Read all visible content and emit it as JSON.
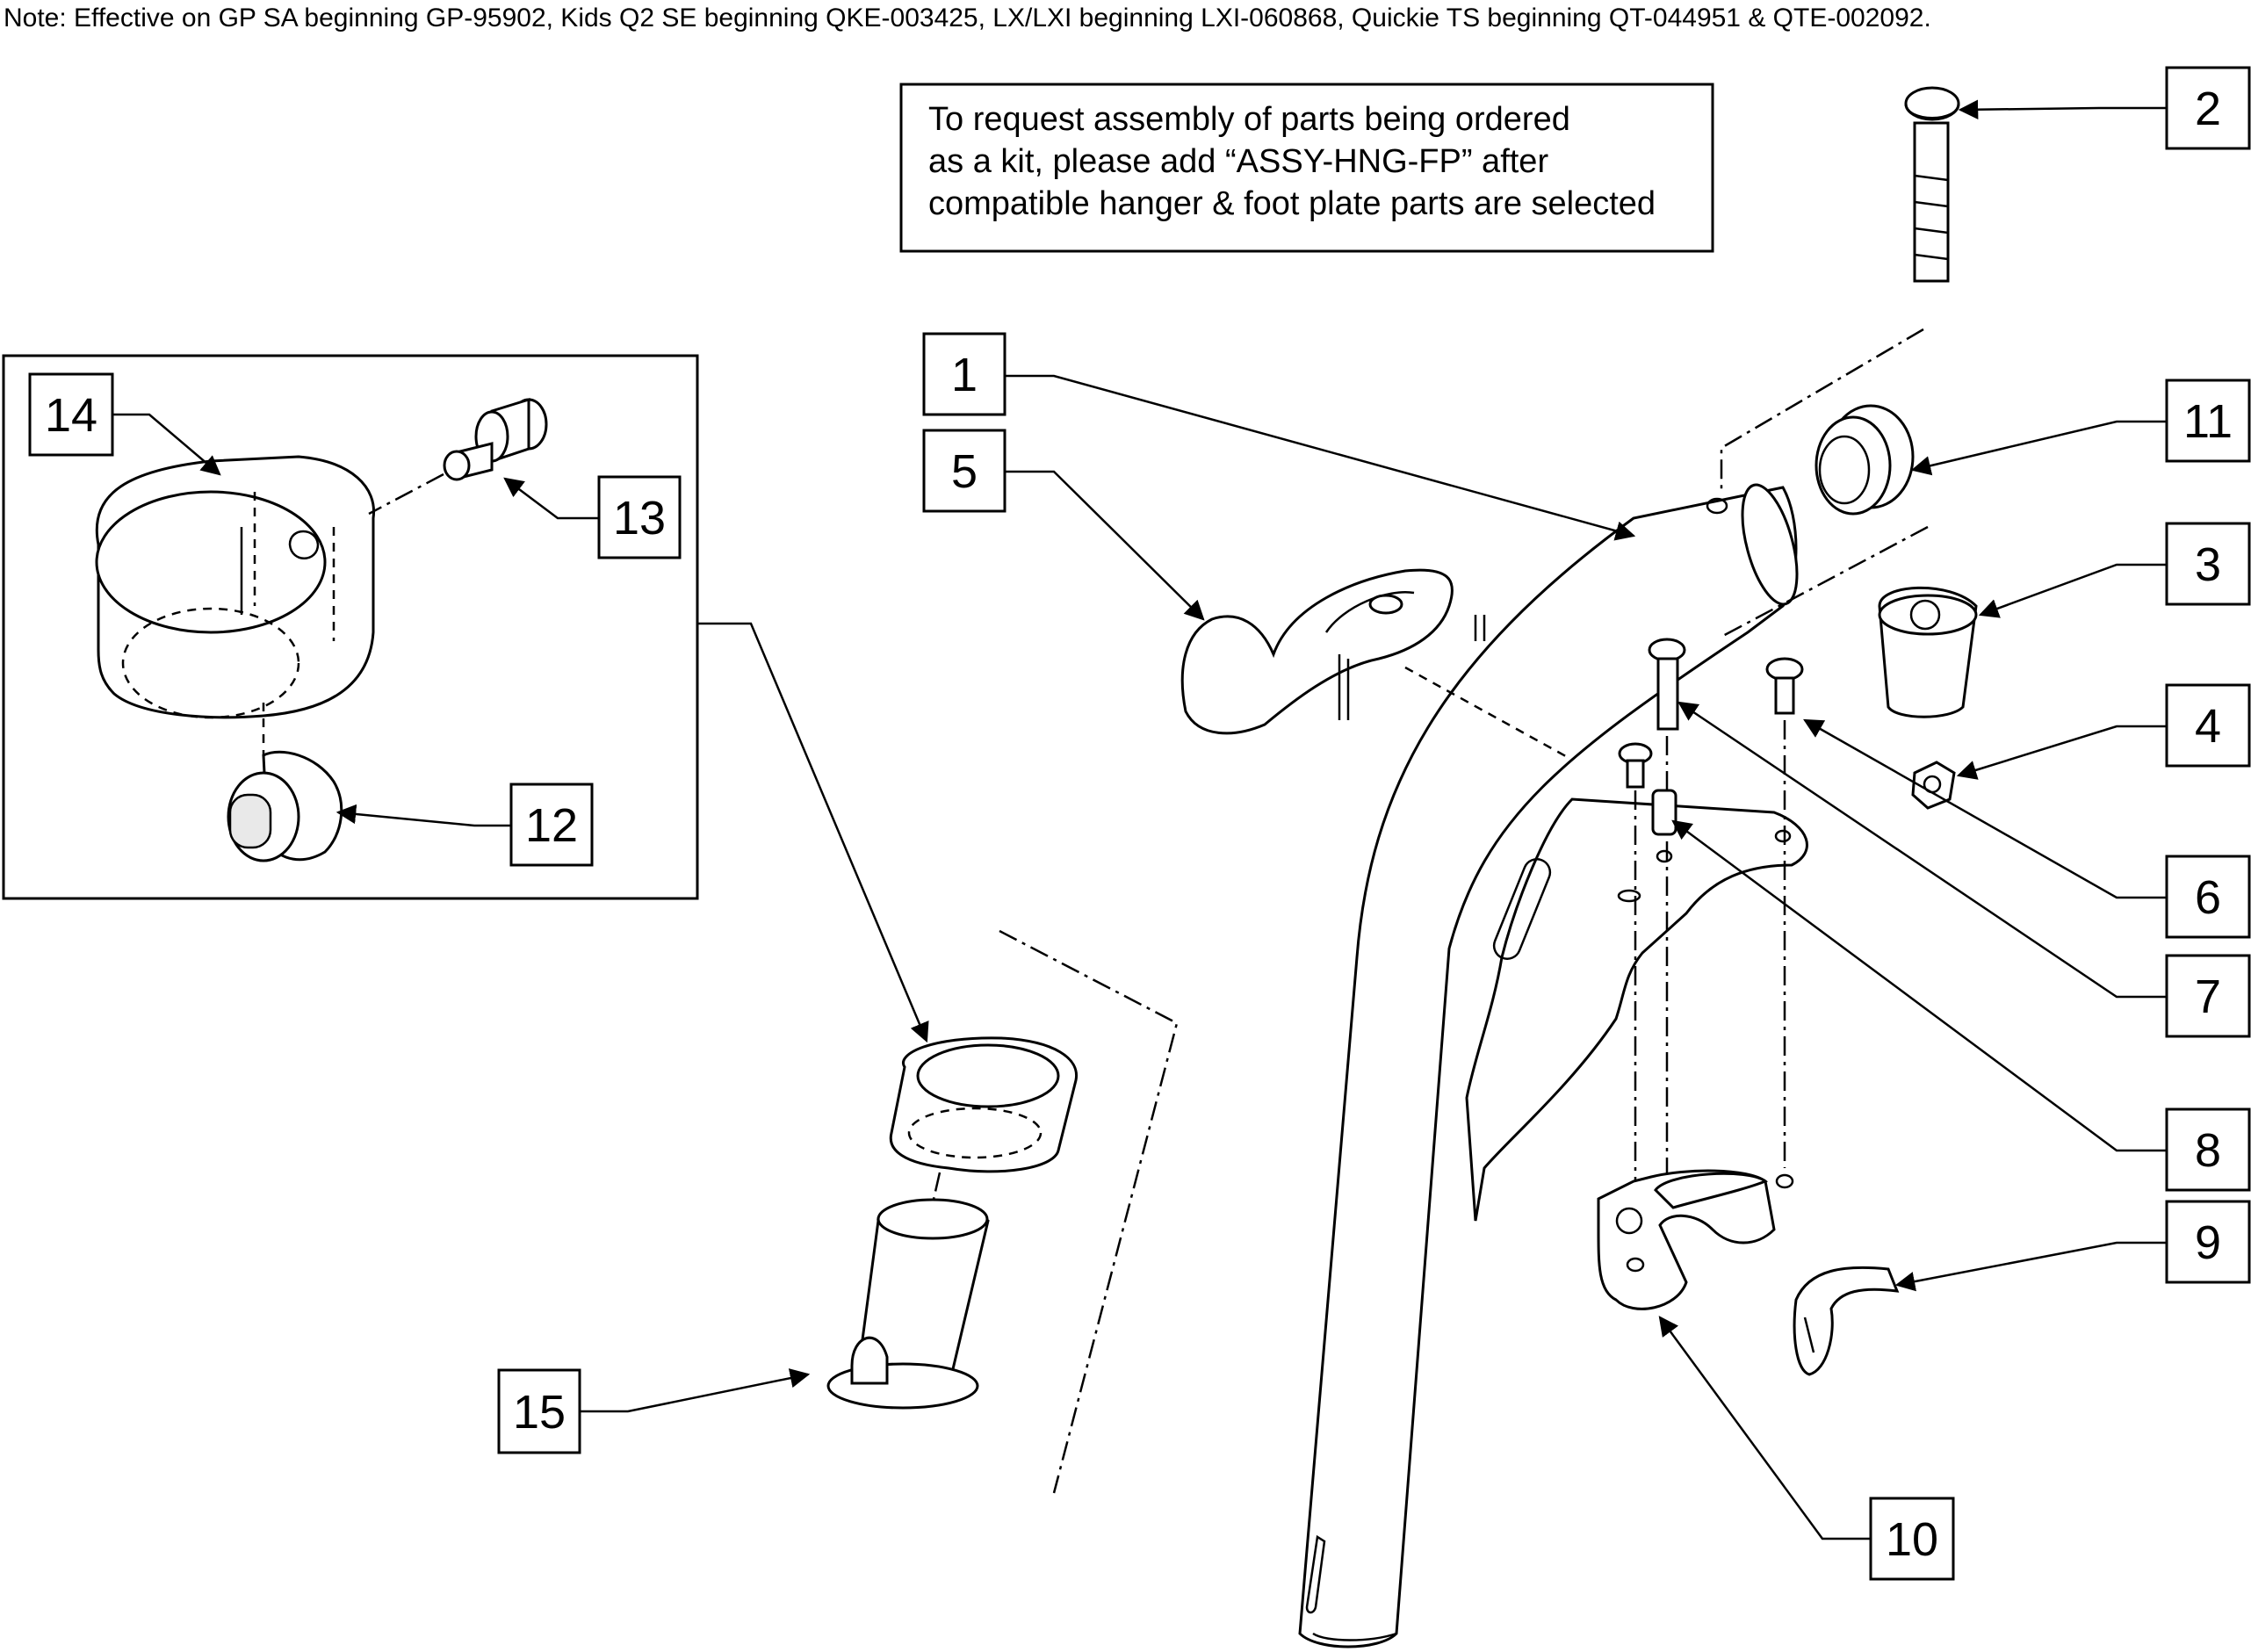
{
  "header_note": "Note: Effective on GP SA beginning GP-95902, Kids Q2 SE beginning QKE-003425, LX/LXI beginning LXI-060868, Quickie TS beginning QT-044951 & QTE-002092.",
  "assembly_note": {
    "lines": [
      "To request assembly of parts being ordered",
      "as a kit, please add “ASSY-HNG-FP” after",
      "compatible hanger & foot plate parts are selected"
    ]
  },
  "callouts": [
    {
      "id": "callout-1",
      "label": "1"
    },
    {
      "id": "callout-2",
      "label": "2"
    },
    {
      "id": "callout-3",
      "label": "3"
    },
    {
      "id": "callout-4",
      "label": "4"
    },
    {
      "id": "callout-5",
      "label": "5"
    },
    {
      "id": "callout-6",
      "label": "6"
    },
    {
      "id": "callout-7",
      "label": "7"
    },
    {
      "id": "callout-8",
      "label": "8"
    },
    {
      "id": "callout-9",
      "label": "9"
    },
    {
      "id": "callout-10",
      "label": "10"
    },
    {
      "id": "callout-11",
      "label": "11"
    },
    {
      "id": "callout-12",
      "label": "12"
    },
    {
      "id": "callout-13",
      "label": "13"
    },
    {
      "id": "callout-14",
      "label": "14"
    },
    {
      "id": "callout-15",
      "label": "15"
    }
  ]
}
